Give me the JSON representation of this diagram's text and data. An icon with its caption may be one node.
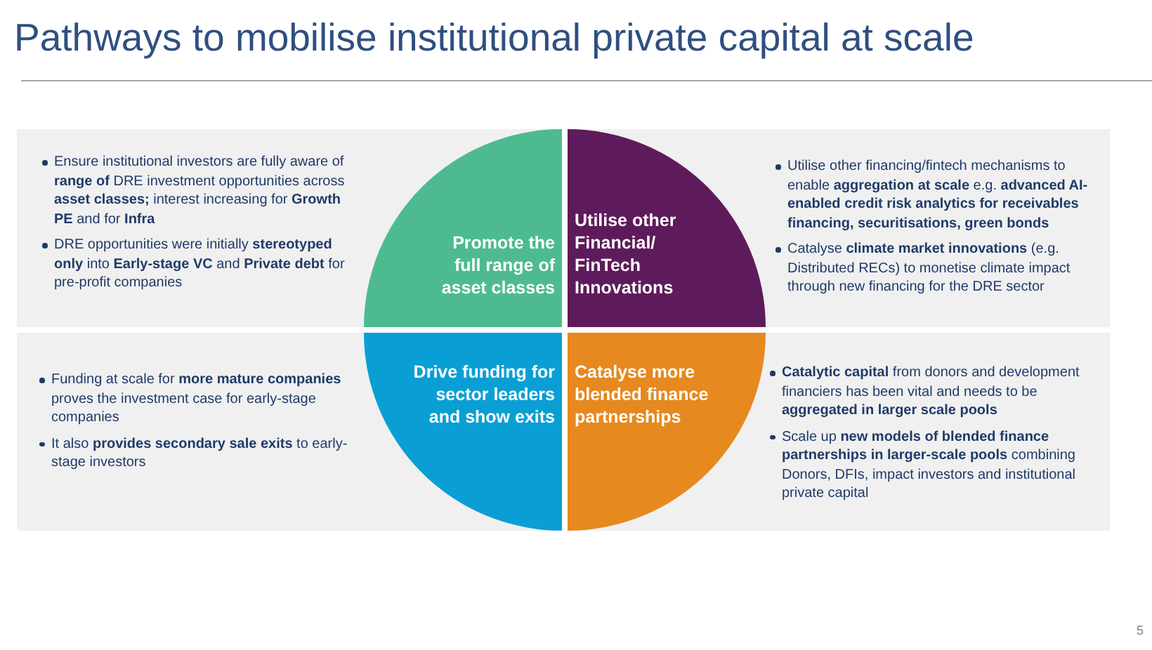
{
  "diagram": {
    "title": "Pathways to mobilise institutional private capital at scale",
    "nodes": [
      {
        "text": [
          "Ensure institutional investors are fully aware of **range of** DRE investment opportunities across **asset classes;** interest increasing for **Growth PE** and for **Infra**",
          "DRE opportunities were initially **stereotyped only** into **Early-stage VC** and **Private debt** for pre-profit companies"
        ]
      },
      {
        "text": [
          "Promote the full range of asset classes"
        ],
        "in": 0
      },
      {
        "text": [
          "Utilise other financing/fintech mechanisms to enable **aggregation at scale** e.g. **advanced AI-enabled credit risk analytics for receivables financing, securitisations, green bonds**",
          "Catalyse **climate market innovations** (e.g. Distributed RECs) to monetise climate impact through new financing for the DRE sector"
        ]
      },
      {
        "text": [
          "Utilise other Financial/ FinTech Innovations"
        ],
        "in": 2
      },
      {
        "text": [
          "Funding at scale for **more mature companies** proves the investment case for early-stage companies",
          "It also **provides secondary sale exits** to early-stage investors"
        ]
      },
      {
        "text": [
          "Drive funding for sector leaders and show exits"
        ],
        "in": 4
      },
      {
        "text": [
          "**Catalytic capital** from donors and development financiers has been vital and needs to be **aggregated in larger scale pools**",
          "Scale up **new models of blended finance partnerships in larger-scale pools** combining Donors, DFIs, impact investors and institutional private capital"
        ]
      },
      {
        "text": [
          "Catalyse more blended finance partnerships"
        ],
        "in": 6
      }
    ],
    "labels": [
      "5"
    ]
  }
}
